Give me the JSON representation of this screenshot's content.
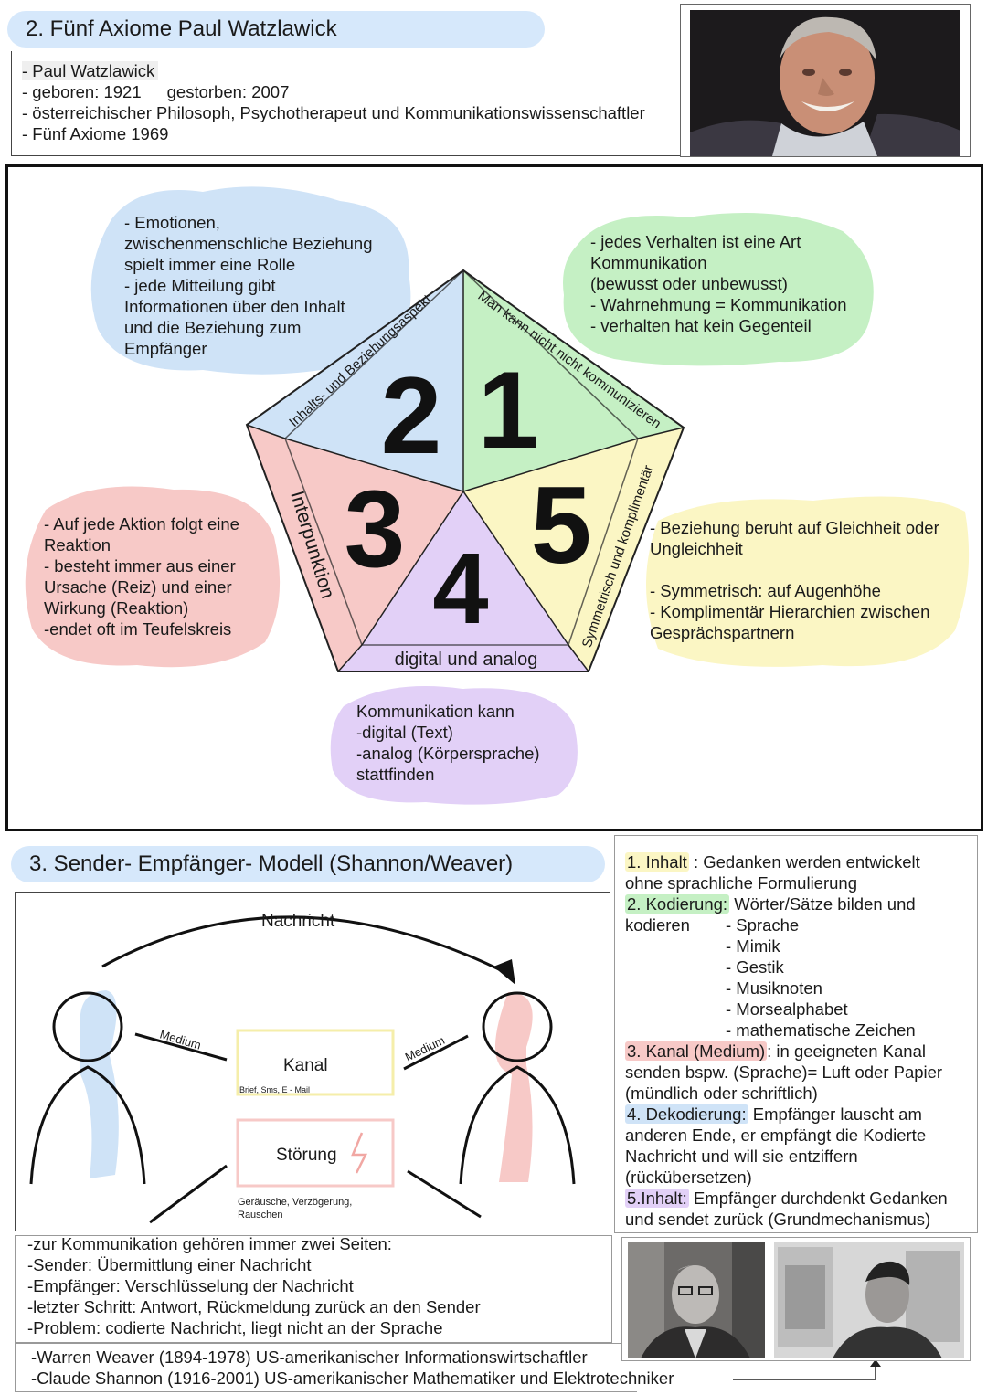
{
  "section2": {
    "title": "2. Fünf Axiome Paul Watzlawick",
    "bio": [
      "- Paul Watzlawick",
      "- geboren: 1921",
      "gestorben: 2007",
      "- österreichischer Philosoph, Psychotherapeut und Kommunikationswissenschaftler",
      "- Fünf Axiome 1969"
    ],
    "pentagon": {
      "numbers": [
        "1",
        "2",
        "3",
        "4",
        "5"
      ],
      "edge_labels": {
        "top_right": "Man kann nicht nicht kommunizieren",
        "top_left": "Inhalts- und Beziehungsaspekt",
        "left": "Interpunktion",
        "bottom": "digital und analog",
        "right": "Symmetrisch und komplimentär"
      },
      "colors": {
        "blue": "#cfe3f7",
        "green": "#c5f0c4",
        "red": "#f7c9c7",
        "purple": "#e2d0f7",
        "yellow": "#fbf6c4"
      }
    },
    "notes": {
      "blue": [
        "- Emotionen,",
        "zwischenmenschliche Beziehung",
        "spielt immer eine Rolle",
        "- jede Mitteilung gibt",
        "Informationen über den Inhalt",
        "und die Beziehung zum",
        "Empfänger"
      ],
      "green": [
        "- jedes Verhalten ist eine Art",
        "Kommunikation",
        "(bewusst oder unbewusst)",
        "- Wahrnehmung =  Kommunikation",
        "- verhalten hat kein Gegenteil"
      ],
      "red": [
        "- Auf jede Aktion folgt eine",
        "Reaktion",
        "- besteht immer aus einer",
        "Ursache (Reiz) und einer",
        "Wirkung (Reaktion)",
        "-endet oft im Teufelskreis"
      ],
      "yellow": [
        "- Beziehung beruht auf Gleichheit oder",
        "Ungleichheit",
        "",
        "- Symmetrisch: auf Augenhöhe",
        "- Komplimentär Hierarchien zwischen",
        "Gesprächspartnern"
      ],
      "purple": [
        "Kommunikation kann",
        "-digital (Text)",
        "-analog (Körpersprache)",
        "stattfinden"
      ]
    }
  },
  "section3": {
    "title": "3. Sender- Empfänger- Modell (Shannon/Weaver)",
    "diagram": {
      "message": "Nachricht",
      "medium_left": "Medium",
      "medium_right": "Medium",
      "channel": "Kanal",
      "channel_examples": "Brief, Sms, E - Mail",
      "noise": "Störung",
      "noise_examples_1": "Geräusche, Verzögerung,",
      "noise_examples_2": "Rauschen"
    },
    "steps": {
      "s1_label": "1. Inhalt",
      "s1_text_a": " : Gedanken werden entwickelt",
      "s1_text_b": "ohne sprachliche Formulierung",
      "s2_label": "2. Kodierung:",
      "s2_text_a": " Wörter/Sätze bilden und",
      "s2_text_b": "kodieren",
      "s2_list": [
        "- Sprache",
        "- Mimik",
        "- Gestik",
        "- Musiknoten",
        "- Morsealphabet",
        "- mathematische Zeichen"
      ],
      "s3_label": "3. Kanal (Medium)",
      "s3_text_a": ": in geeigneten Kanal",
      "s3_text_b": "senden bspw. (Sprache)= Luft oder Papier",
      "s3_text_c": "(mündlich oder schriftlich)",
      "s4_label": "4. Dekodierung:",
      "s4_text_a": " Empfänger lauscht am",
      "s4_text_b": "anderen Ende, er empfängt die Kodierte",
      "s4_text_c": "Nachricht und will sie entziffern",
      "s4_text_d": "(rückübersetzen)",
      "s5_label": "5.Inhalt:",
      "s5_text_a": " Empfänger durchdenkt Gedanken",
      "s5_text_b": "und sendet zurück (Grundmechanismus)",
      "highlight_colors": {
        "s1": "#fbf6c4",
        "s2": "#c5f0c4",
        "s3": "#f7c9c7",
        "s4": "#cfe3f7",
        "s5": "#e2d0f7"
      }
    },
    "summary": [
      "-zur Kommunikation gehören immer zwei Seiten:",
      "-Sender: Übermittlung einer Nachricht",
      "-Empfänger: Verschlüsselung der Nachricht",
      "-letzter Schritt: Antwort, Rückmeldung zurück an den Sender",
      "-Problem: codierte Nachricht, liegt nicht an der Sprache"
    ],
    "authors": [
      "-Warren Weaver (1894-1978) US-amerikanischer Informationswirtschaftler",
      "-Claude Shannon (1916-2001) US-amerikanischer Mathematiker und Elektrotechniker"
    ]
  }
}
